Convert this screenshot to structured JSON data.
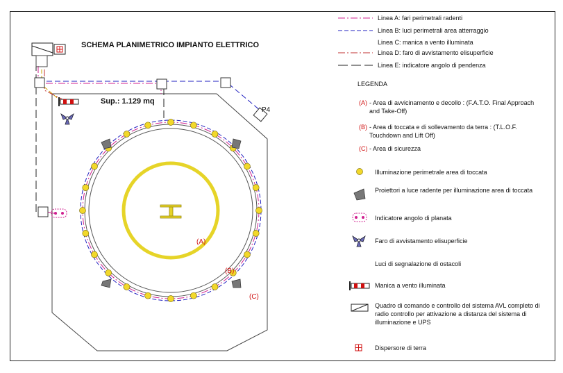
{
  "title": "SCHEMA PLANIMETRICO IMPIANTO ELETTRICO",
  "surface_label": "Sup.: 1.129 mq",
  "area_labels": {
    "a": "(A)",
    "b": "(B)",
    "c": "(C)"
  },
  "p4_label": "P4",
  "lines_legend": [
    {
      "text": "Linea A: fari perimetrali radenti",
      "color": "#d02090",
      "style": "dash-dot"
    },
    {
      "text": "Linea B: luci perimetrali area atterraggio",
      "color": "#2020c0",
      "style": "dash"
    },
    {
      "text": "Linea C: manica a vento illuminata",
      "color": "",
      "style": "none"
    },
    {
      "text": "Linea D: faro di avvistamento elisuperficie",
      "color": "#c03030",
      "style": "dash-dot"
    },
    {
      "text": "Linea E: indicatore angolo di pendenza",
      "color": "#202020",
      "style": "long-dash"
    }
  ],
  "legenda": {
    "title": "LEGENDA",
    "area_a": {
      "code": "(A)",
      "text": "- Area di avvicinamento e decollo : (F.A.T.O. Final Approach and Take-Off)"
    },
    "area_b": {
      "code": "(B)",
      "text": "- Area di toccata e di sollevamento da terra : (T.L.O.F. Touchdown and Lift Off)"
    },
    "area_c": {
      "code": "(C)",
      "text": "- Area di sicurezza"
    },
    "items": {
      "perimeter": "Illuminazione perimetrale area di toccata",
      "floodlights": "Proiettori a luce radente per illuminazione area di toccata",
      "slope": "Indicatore angolo di planata",
      "beacon": "Faro di avvistamento elisuperficie",
      "obstacle": "Luci di segnalazione di ostacoli",
      "windsock": "Manica a vento illuminata",
      "panel": "Quadro di comando e controllo del sistema AVL completo di radio controllo per attivazione a distanza del sistema di illuminazione e UPS",
      "ground": "Dispersore di terra"
    }
  },
  "colors": {
    "light_fill": "#f2d82a",
    "light_stroke": "#8a7a10",
    "ring": "#e6d428",
    "area_text": "#d01010",
    "line_a": "#d02090",
    "line_b": "#2020c0",
    "floodlight": "#777777"
  }
}
